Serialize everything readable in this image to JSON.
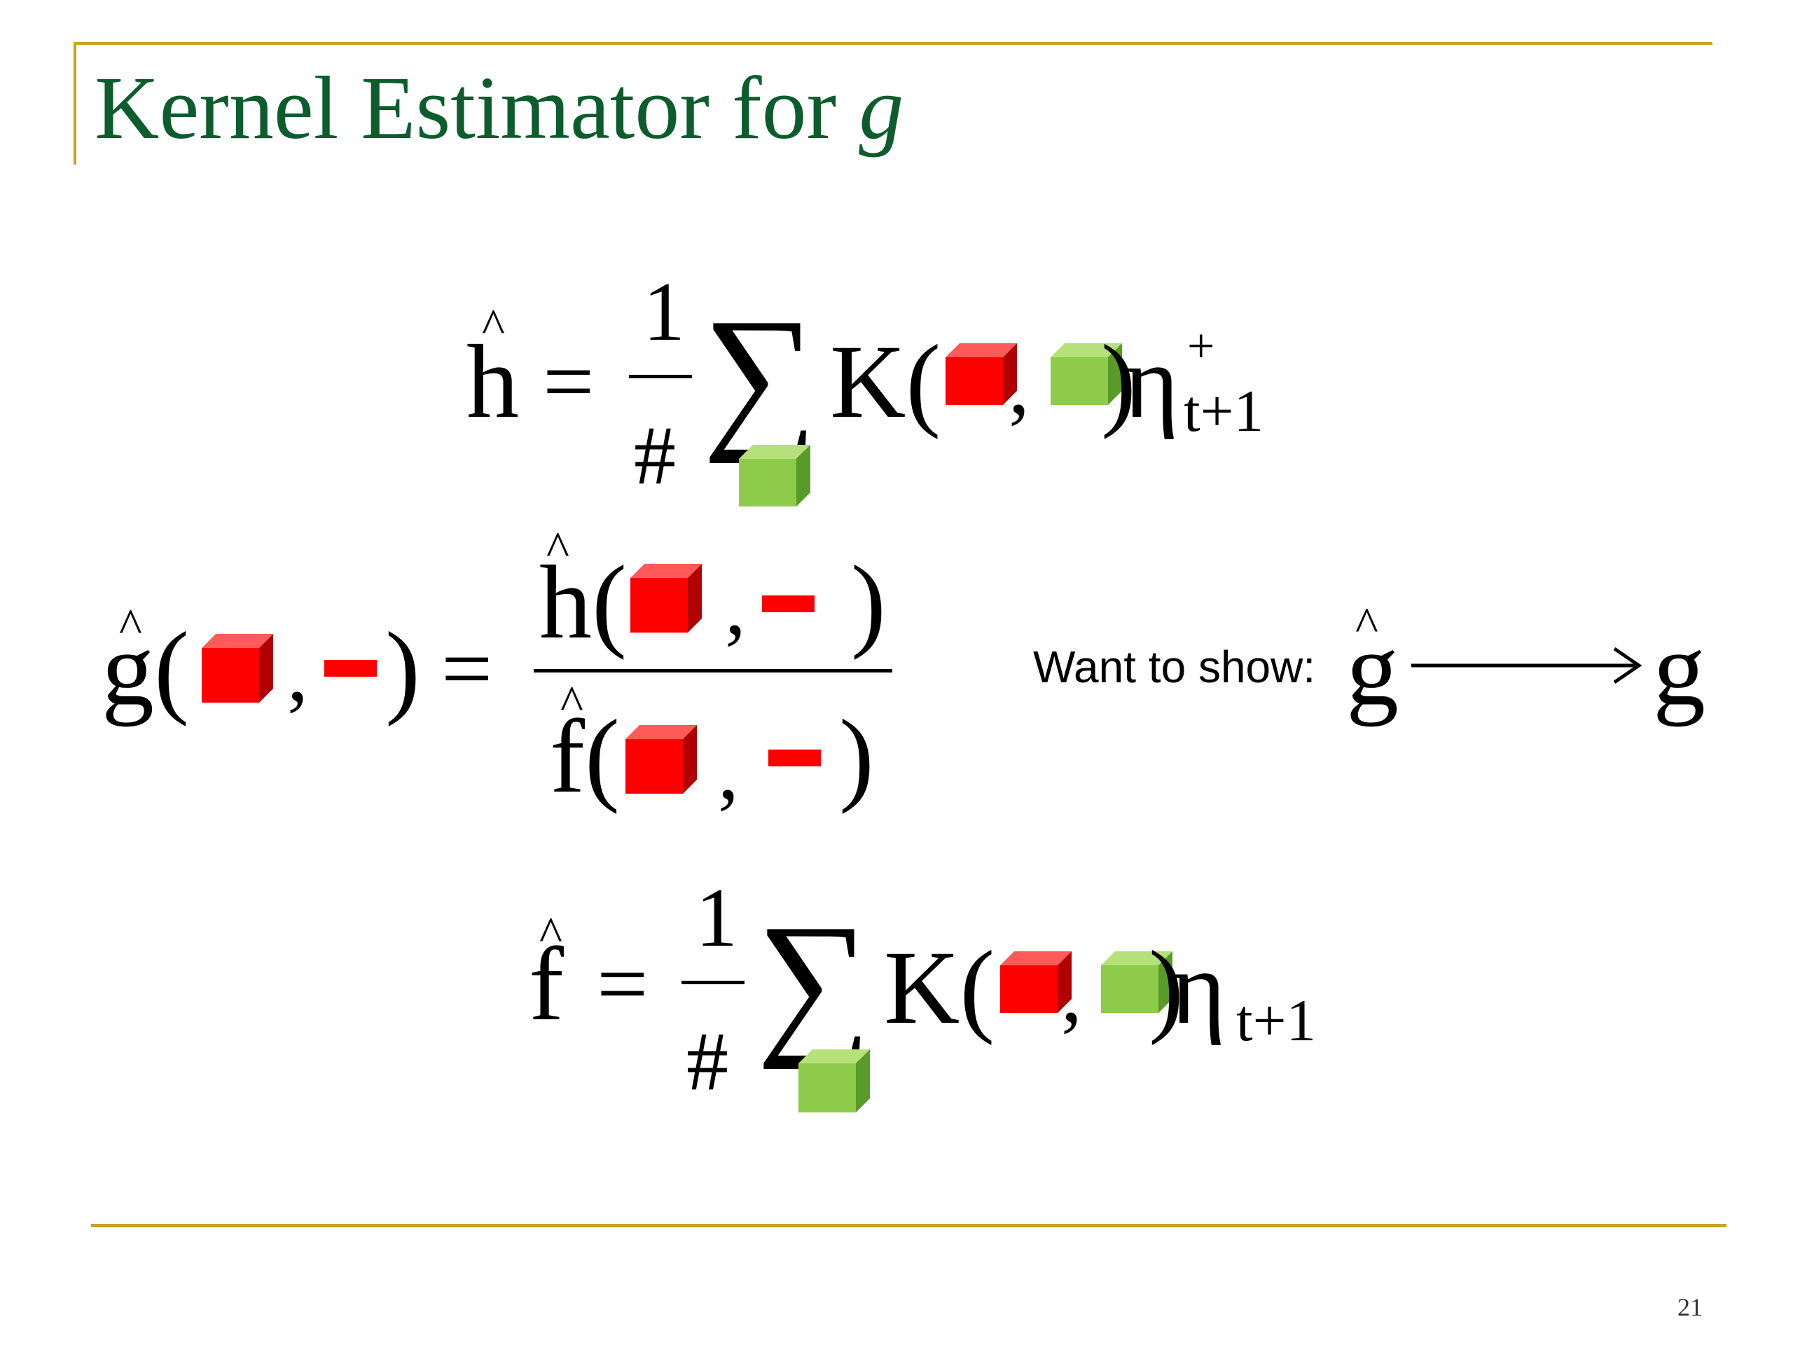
{
  "slide": {
    "title_text": "Kernel Estimator for ",
    "title_var": "g",
    "page_number": "21"
  },
  "eq1": {
    "lhs": "h",
    "equals": "=",
    "numerator": "1",
    "denominator": "#",
    "sum": "∑",
    "kernel": "K(",
    "comma": ",",
    "close": ")",
    "eta": "η",
    "superscript": "+",
    "subscript": "t+1"
  },
  "eq2": {
    "lhs": "g(",
    "comma": ",",
    "close": ")",
    "equals": "=",
    "num_func": "h(",
    "num_comma": ",",
    "num_close": ")",
    "den_func": "f(",
    "den_comma": ",",
    "den_close": ")"
  },
  "want": {
    "label": "Want to show:",
    "from": "g",
    "to": "g"
  },
  "eq3": {
    "lhs": "f",
    "equals": "=",
    "numerator": "1",
    "denominator": "#",
    "sum": "∑",
    "kernel": "K(",
    "comma": ",",
    "close": ")",
    "eta": "η",
    "subscript": "t+1"
  },
  "colors": {
    "title": "#0d5c2e",
    "rule": "#c9a227",
    "red_cube": "#ff0000",
    "green_cube": "#8fcb4a"
  }
}
